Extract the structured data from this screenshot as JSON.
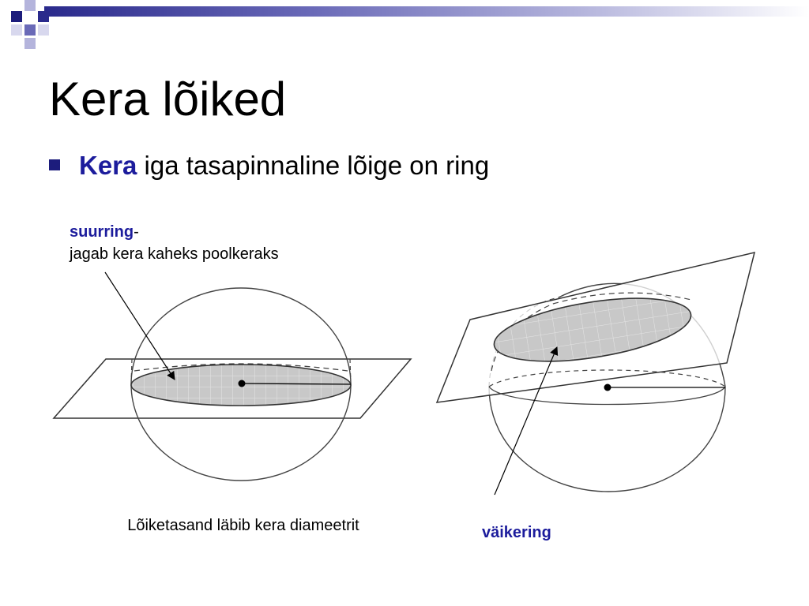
{
  "title": "Kera lõiked",
  "bullet": {
    "keyword": "Kera",
    "rest": " iga tasapinnaline lõige on ring"
  },
  "labels": {
    "great_circle_term": "suurring",
    "great_circle_dash": "-",
    "great_circle_desc": "jagab kera kaheks poolkeraks",
    "great_circle_caption": "Lõiketasand läbib kera diameetrit",
    "small_circle_term": "väikering"
  },
  "colors": {
    "accent": "#1c1c9c",
    "bullet": "#1c1c7c",
    "hatch_fill": "#c8c8c8"
  },
  "icons": {
    "bullet": "filled-square-bullet"
  }
}
